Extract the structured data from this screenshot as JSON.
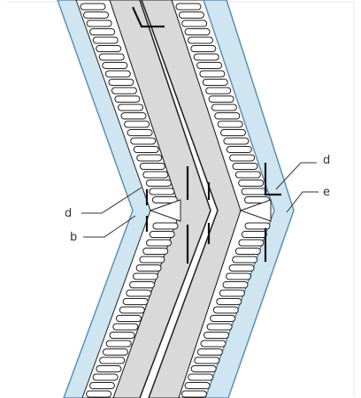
{
  "labels": {
    "d_left": "d",
    "b": "b",
    "d_right": "d",
    "e": "e"
  },
  "colors": {
    "cladding": "#cfe6f2",
    "outline": "#5f8fb2",
    "core": "#d9d9d9",
    "insulation": "#ffffff",
    "stroke": "#1a1a1a",
    "leader": "#333333"
  }
}
